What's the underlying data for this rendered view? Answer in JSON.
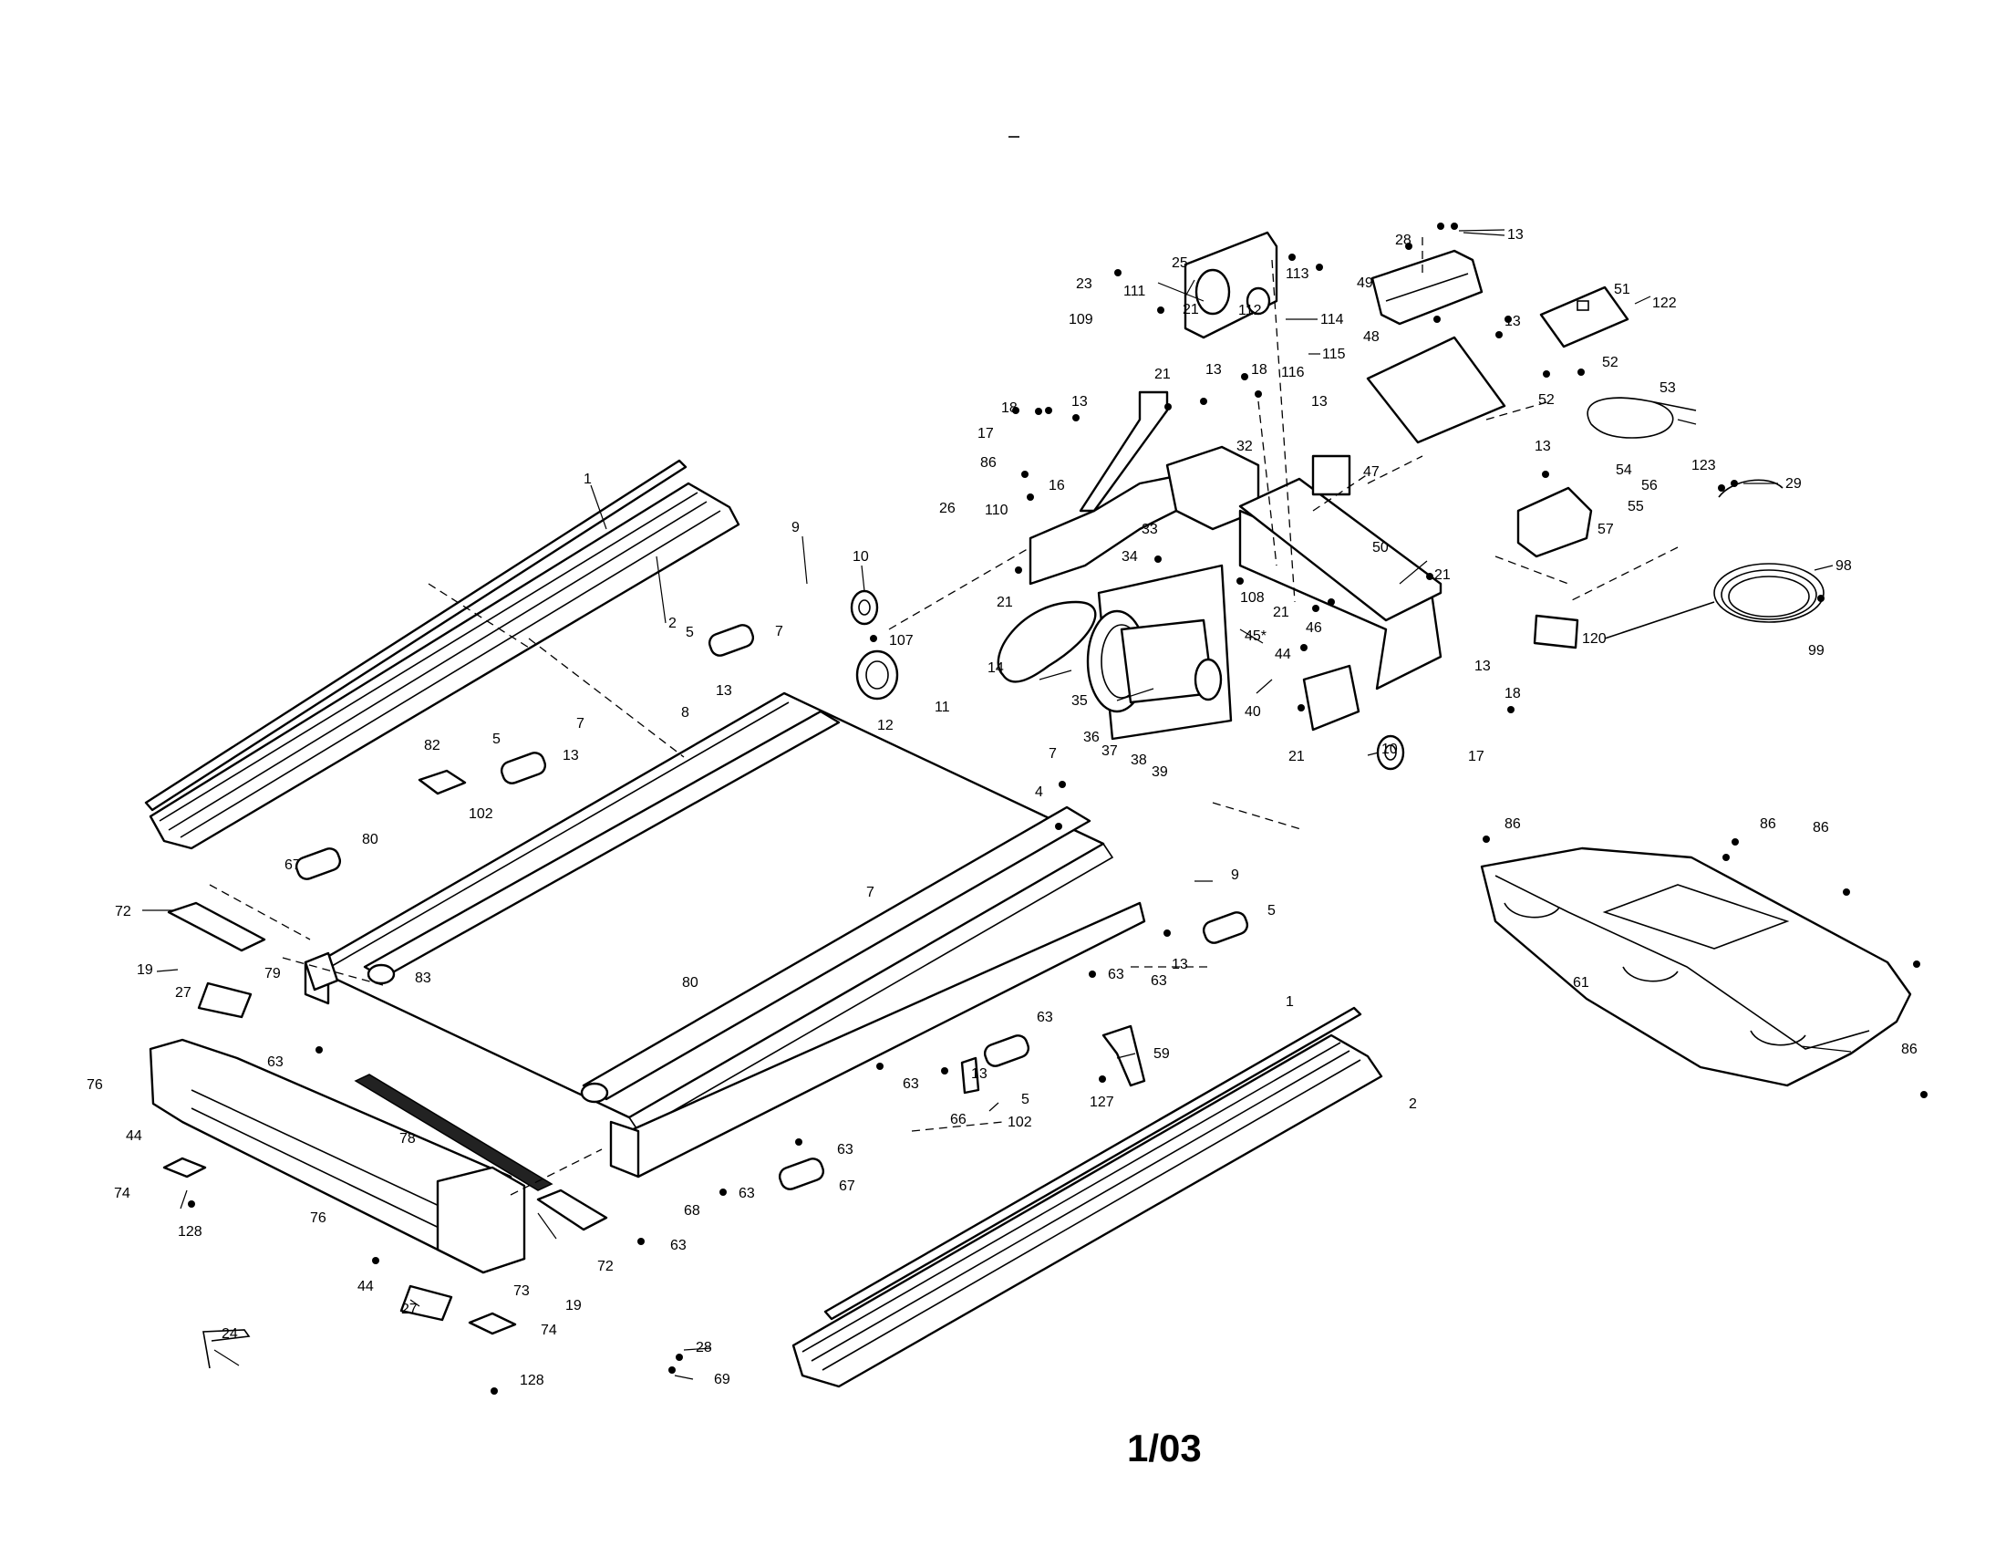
{
  "footer": {
    "page_code": "1/03"
  },
  "diagram": {
    "callouts": [
      {
        "id": "c13a",
        "text": "13"
      },
      {
        "id": "c28a",
        "text": "28"
      },
      {
        "id": "c49",
        "text": "49"
      },
      {
        "id": "c23",
        "text": "23"
      },
      {
        "id": "c25",
        "text": "25"
      },
      {
        "id": "c113",
        "text": "113"
      },
      {
        "id": "c114",
        "text": "114"
      },
      {
        "id": "c115",
        "text": "115"
      },
      {
        "id": "c116",
        "text": "116"
      },
      {
        "id": "c111",
        "text": "111"
      },
      {
        "id": "c21a",
        "text": "21"
      },
      {
        "id": "c112",
        "text": "112"
      },
      {
        "id": "c109",
        "text": "109"
      },
      {
        "id": "c51",
        "text": "51"
      },
      {
        "id": "c122",
        "text": "122"
      },
      {
        "id": "c52a",
        "text": "52"
      },
      {
        "id": "c52b",
        "text": "52"
      },
      {
        "id": "c13b",
        "text": "13"
      },
      {
        "id": "c48",
        "text": "48"
      },
      {
        "id": "c53",
        "text": "53"
      },
      {
        "id": "c21b",
        "text": "21"
      },
      {
        "id": "c13c",
        "text": "13"
      },
      {
        "id": "c18a",
        "text": "18"
      },
      {
        "id": "c18b",
        "text": "18"
      },
      {
        "id": "c13d",
        "text": "13"
      },
      {
        "id": "c32",
        "text": "32"
      },
      {
        "id": "c17a",
        "text": "17"
      },
      {
        "id": "c13e",
        "text": "13"
      },
      {
        "id": "c47",
        "text": "47"
      },
      {
        "id": "c86a",
        "text": "86"
      },
      {
        "id": "c26",
        "text": "26"
      },
      {
        "id": "c110",
        "text": "110"
      },
      {
        "id": "c16",
        "text": "16"
      },
      {
        "id": "c13f",
        "text": "13"
      },
      {
        "id": "c54",
        "text": "54"
      },
      {
        "id": "c56",
        "text": "56"
      },
      {
        "id": "c55",
        "text": "55"
      },
      {
        "id": "c57",
        "text": "57"
      },
      {
        "id": "c123",
        "text": "123"
      },
      {
        "id": "c29",
        "text": "29"
      },
      {
        "id": "c1a",
        "text": "1"
      },
      {
        "id": "c2a",
        "text": "2"
      },
      {
        "id": "c9a",
        "text": "9"
      },
      {
        "id": "c10a",
        "text": "10"
      },
      {
        "id": "c33",
        "text": "33"
      },
      {
        "id": "c34",
        "text": "34"
      },
      {
        "id": "c21c",
        "text": "21"
      },
      {
        "id": "c108",
        "text": "108"
      },
      {
        "id": "c50",
        "text": "50"
      },
      {
        "id": "c21d",
        "text": "21"
      },
      {
        "id": "c21e",
        "text": "21"
      },
      {
        "id": "c98",
        "text": "98"
      },
      {
        "id": "c46",
        "text": "46"
      },
      {
        "id": "c45",
        "text": "45*"
      },
      {
        "id": "c44a",
        "text": "44"
      },
      {
        "id": "c99",
        "text": "99"
      },
      {
        "id": "c120",
        "text": "120"
      },
      {
        "id": "c5a",
        "text": "5"
      },
      {
        "id": "c7a",
        "text": "7"
      },
      {
        "id": "c107",
        "text": "107"
      },
      {
        "id": "c14",
        "text": "14"
      },
      {
        "id": "c13g",
        "text": "13"
      },
      {
        "id": "c13h",
        "text": "13"
      },
      {
        "id": "c18c",
        "text": "18"
      },
      {
        "id": "c12",
        "text": "12"
      },
      {
        "id": "c35",
        "text": "35"
      },
      {
        "id": "c40",
        "text": "40"
      },
      {
        "id": "c8",
        "text": "8"
      },
      {
        "id": "c11",
        "text": "11"
      },
      {
        "id": "c36",
        "text": "36"
      },
      {
        "id": "c37",
        "text": "37"
      },
      {
        "id": "c38",
        "text": "38"
      },
      {
        "id": "c39",
        "text": "39"
      },
      {
        "id": "c21f",
        "text": "21"
      },
      {
        "id": "c10b",
        "text": "10"
      },
      {
        "id": "c17b",
        "text": "17"
      },
      {
        "id": "c82",
        "text": "82"
      },
      {
        "id": "c5b",
        "text": "5"
      },
      {
        "id": "c13i",
        "text": "13"
      },
      {
        "id": "c7b",
        "text": "7"
      },
      {
        "id": "c7c",
        "text": "7"
      },
      {
        "id": "c102a",
        "text": "102"
      },
      {
        "id": "c4",
        "text": "4"
      },
      {
        "id": "c86b",
        "text": "86"
      },
      {
        "id": "c86c",
        "text": "86"
      },
      {
        "id": "c86d",
        "text": "86"
      },
      {
        "id": "c67a",
        "text": "67"
      },
      {
        "id": "c80a",
        "text": "80"
      },
      {
        "id": "c9b",
        "text": "9"
      },
      {
        "id": "c72a",
        "text": "72"
      },
      {
        "id": "c7d",
        "text": "7"
      },
      {
        "id": "c5c",
        "text": "5"
      },
      {
        "id": "c19a",
        "text": "19"
      },
      {
        "id": "c13j",
        "text": "13"
      },
      {
        "id": "c79",
        "text": "79"
      },
      {
        "id": "c83",
        "text": "83"
      },
      {
        "id": "c63a",
        "text": "63"
      },
      {
        "id": "c63b",
        "text": "63"
      },
      {
        "id": "c61",
        "text": "61"
      },
      {
        "id": "c27a",
        "text": "27"
      },
      {
        "id": "c80b",
        "text": "80"
      },
      {
        "id": "c63c",
        "text": "63"
      },
      {
        "id": "c1b",
        "text": "1"
      },
      {
        "id": "c63d",
        "text": "63"
      },
      {
        "id": "c59",
        "text": "59"
      },
      {
        "id": "c86e",
        "text": "86"
      },
      {
        "id": "c13k",
        "text": "13"
      },
      {
        "id": "c63e",
        "text": "63"
      },
      {
        "id": "c76a",
        "text": "76"
      },
      {
        "id": "c5d",
        "text": "5"
      },
      {
        "id": "c127",
        "text": "127"
      },
      {
        "id": "c66",
        "text": "66"
      },
      {
        "id": "c102b",
        "text": "102"
      },
      {
        "id": "c2b",
        "text": "2"
      },
      {
        "id": "c78",
        "text": "78"
      },
      {
        "id": "c44b",
        "text": "44"
      },
      {
        "id": "c63f",
        "text": "63"
      },
      {
        "id": "c74a",
        "text": "74"
      },
      {
        "id": "c67b",
        "text": "67"
      },
      {
        "id": "c68",
        "text": "68"
      },
      {
        "id": "c63g",
        "text": "63"
      },
      {
        "id": "c128a",
        "text": "128"
      },
      {
        "id": "c76b",
        "text": "76"
      },
      {
        "id": "c63h",
        "text": "63"
      },
      {
        "id": "c72b",
        "text": "72"
      },
      {
        "id": "c44c",
        "text": "44"
      },
      {
        "id": "c73",
        "text": "73"
      },
      {
        "id": "c19b",
        "text": "19"
      },
      {
        "id": "c27b",
        "text": "27"
      },
      {
        "id": "c74b",
        "text": "74"
      },
      {
        "id": "c28b",
        "text": "28"
      },
      {
        "id": "c24",
        "text": "24"
      },
      {
        "id": "c69",
        "text": "69"
      },
      {
        "id": "c128b",
        "text": "128"
      }
    ]
  }
}
